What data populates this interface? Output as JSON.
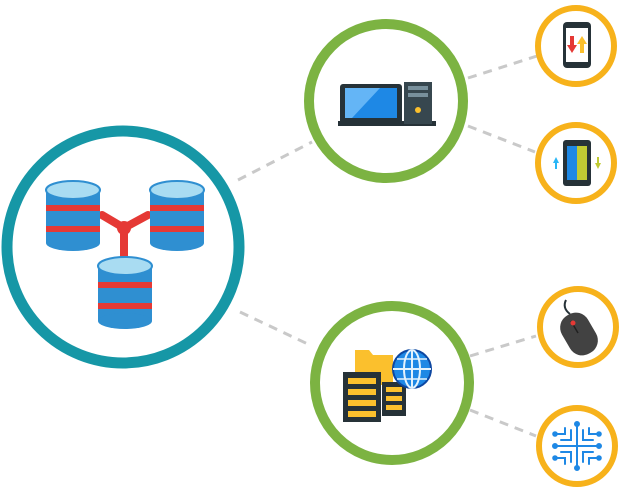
{
  "diagram": {
    "colors": {
      "hub_ring": "#1697a6",
      "group_ring": "#7cb342",
      "leaf_ring": "#f7b21b",
      "connector": "#c9c9c9",
      "db_blue": "#2f8fd1",
      "db_top": "#a9dcf2",
      "db_stripe": "#e53935",
      "link_red": "#e53935"
    },
    "nodes": [
      {
        "id": "hub",
        "icon": "replicated-database-icon"
      },
      {
        "id": "computer",
        "icon": "desktop-computer-icon"
      },
      {
        "id": "server",
        "icon": "server-network-icon"
      },
      {
        "id": "phone",
        "icon": "mobile-phone-transfer-icon"
      },
      {
        "id": "tablet",
        "icon": "tablet-transfer-icon"
      },
      {
        "id": "mouse",
        "icon": "computer-mouse-icon"
      },
      {
        "id": "circuit",
        "icon": "circuit-chip-icon"
      }
    ],
    "connections": [
      [
        "hub",
        "computer"
      ],
      [
        "hub",
        "server"
      ],
      [
        "computer",
        "phone"
      ],
      [
        "computer",
        "tablet"
      ],
      [
        "server",
        "mouse"
      ],
      [
        "server",
        "circuit"
      ]
    ]
  }
}
